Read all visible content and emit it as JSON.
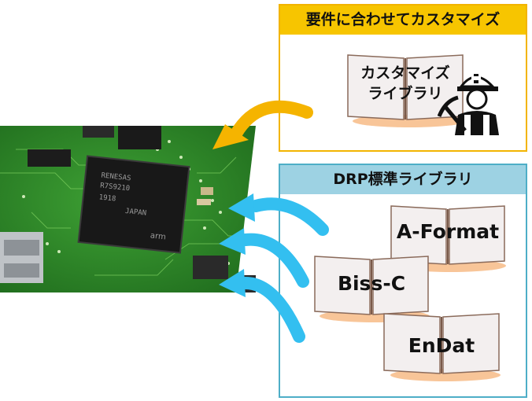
{
  "custom_panel": {
    "title": "要件に合わせてカスタマイズ",
    "book_line1": "カスタマイズ",
    "book_line2": "ライブラリ",
    "worker_icon": "construction-worker-icon"
  },
  "drp_panel": {
    "title": "DRP標準ライブラリ",
    "books": [
      "A-Format",
      "Biss-C",
      "EnDat"
    ]
  },
  "board_image": "pcb-board-with-soc-chip",
  "chip_text": [
    "RENESAS",
    "R7S9210",
    "1918",
    "JAPAN",
    "arm"
  ],
  "colors": {
    "custom_border": "#f2b400",
    "custom_header": "#f7c500",
    "drp_border": "#4eaec7",
    "drp_header": "#9dd2e3",
    "custom_arrow": "#f5b400",
    "drp_arrow": "#33bff0",
    "pcb_green": "#2f8a2a"
  }
}
